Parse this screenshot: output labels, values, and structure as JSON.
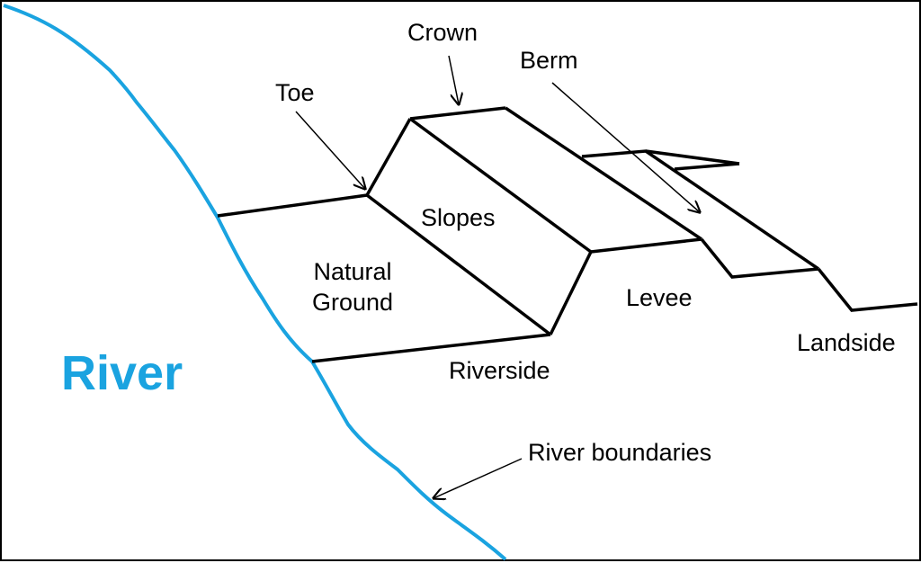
{
  "colors": {
    "river": "#1aa3e0",
    "line": "#000000",
    "background": "#ffffff"
  },
  "labels": {
    "crown": "Crown",
    "berm": "Berm",
    "toe": "Toe",
    "slopes": "Slopes",
    "natural_ground_1": "Natural",
    "natural_ground_2": "Ground",
    "levee": "Levee",
    "landside": "Landside",
    "riverside": "Riverside",
    "river": "River",
    "river_boundaries": "River boundaries"
  }
}
